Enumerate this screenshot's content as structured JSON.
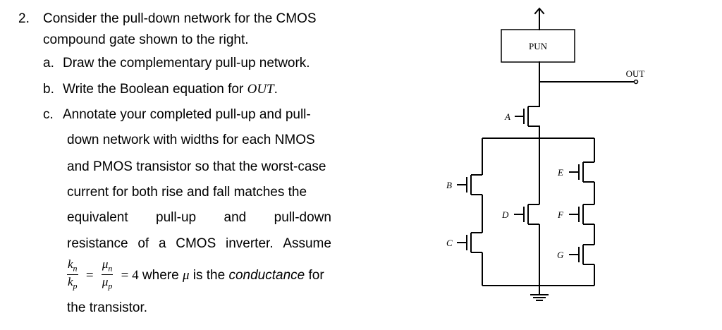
{
  "problem": {
    "number": "2.",
    "intro_line1": "Consider the pull-down network for the CMOS",
    "intro_line2": "compound gate shown to the right.",
    "part_a": {
      "letter": "a.",
      "text": "Draw the complementary pull-up network."
    },
    "part_b": {
      "letter": "b.",
      "text": "Write the Boolean equation for ",
      "var": "OUT",
      "end": "."
    },
    "part_c": {
      "letter": "c.",
      "line1": "Annotate your completed pull-up and pull-",
      "line2": "down network with widths for each NMOS",
      "line3": "and PMOS transistor so that the worst-case",
      "line4": "current for both rise and fall matches the",
      "line5_words": [
        "equivalent",
        "pull-up",
        "and",
        "pull-down"
      ],
      "line6_words": [
        "resistance",
        "of",
        "a",
        "CMOS",
        "inverter.",
        "Assume"
      ],
      "formula": {
        "k": "k",
        "mu": "μ",
        "n": "n",
        "p": "p",
        "eq": "=",
        "eq2": "= 4",
        "where": "where ",
        "mu_sym": "μ",
        "is_the": " is the ",
        "conductance": "conductance",
        "for": " for"
      },
      "line8": "the transistor."
    }
  },
  "diagram": {
    "pun_label": "PUN",
    "out_label": "OUT",
    "inputs": [
      "A",
      "B",
      "C",
      "D",
      "E",
      "F",
      "G"
    ]
  }
}
